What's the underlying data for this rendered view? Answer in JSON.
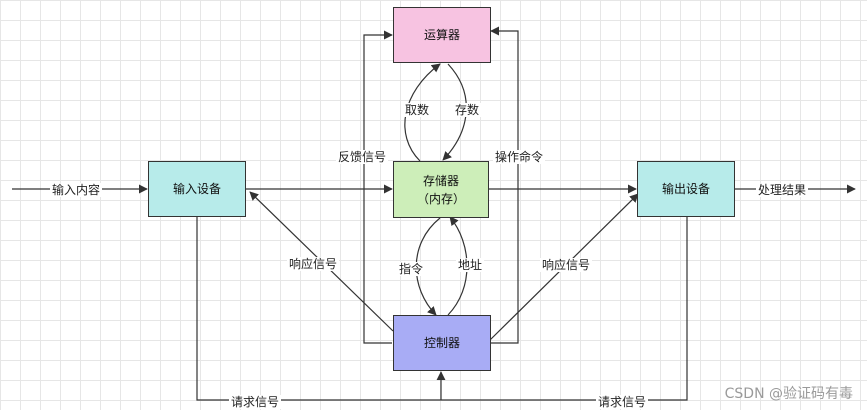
{
  "colors": {
    "alu": "#f7c3e1",
    "memory": "#cdeeb9",
    "control": "#a8acf5",
    "io": "#b7ebea",
    "line": "#333333"
  },
  "nodes": {
    "alu": {
      "label": "运算器"
    },
    "memory": {
      "label": "存储器\n（内存）"
    },
    "controller": {
      "label": "控制器"
    },
    "input": {
      "label": "输入设备"
    },
    "output": {
      "label": "输出设备"
    }
  },
  "edges": {
    "input_content": "输入内容",
    "process_result": "处理结果",
    "fetch": "取数",
    "store": "存数",
    "feedback": "反馈信号",
    "operate": "操作命令",
    "instruction": "指令",
    "address": "地址",
    "response_left": "响应信号",
    "response_right": "响应信号",
    "request_left": "请求信号",
    "request_right": "请求信号"
  },
  "watermark": "CSDN @验证码有毒"
}
